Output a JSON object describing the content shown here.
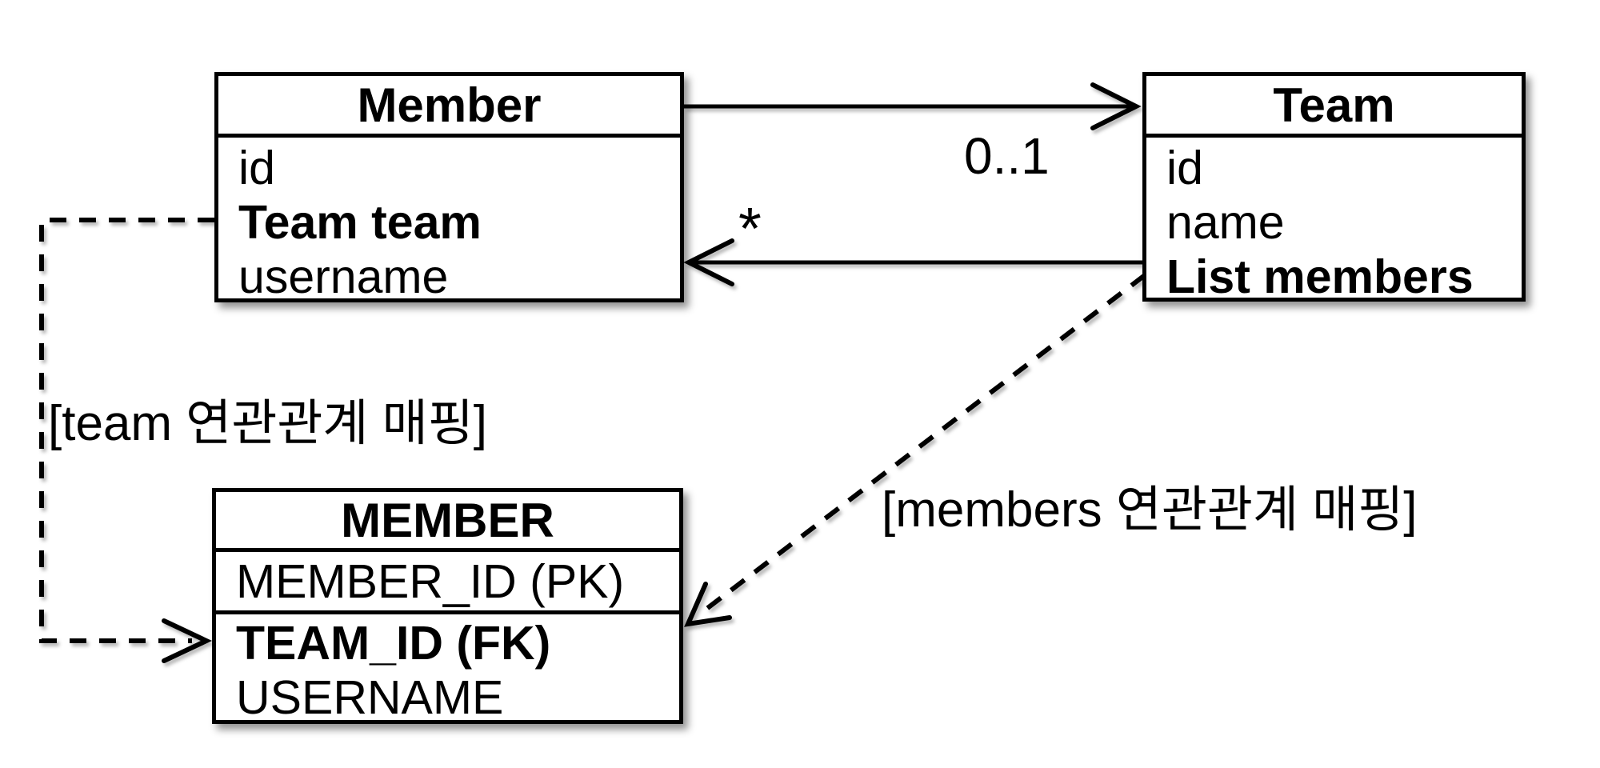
{
  "diagram": {
    "classes": {
      "member": {
        "title": "Member",
        "fields": [
          {
            "text": "id"
          },
          {
            "text": "Team team"
          },
          {
            "text": "username"
          }
        ]
      },
      "team": {
        "title": "Team",
        "fields": [
          {
            "text": "id"
          },
          {
            "text": "name"
          },
          {
            "text": "List members"
          }
        ]
      }
    },
    "table": {
      "title": "MEMBER",
      "pk_field": "MEMBER_ID (PK)",
      "fields": [
        {
          "text": "TEAM_ID (FK)"
        },
        {
          "text": "USERNAME"
        }
      ]
    },
    "associations": {
      "to_team_multiplicity": "0..1",
      "to_member_multiplicity": "*"
    },
    "annotations": {
      "team_mapping": "[team 연관관계 매핑]",
      "members_mapping": "[members 연관관계 매핑]"
    },
    "colors": {
      "line": "#000000",
      "background": "#ffffff"
    }
  }
}
